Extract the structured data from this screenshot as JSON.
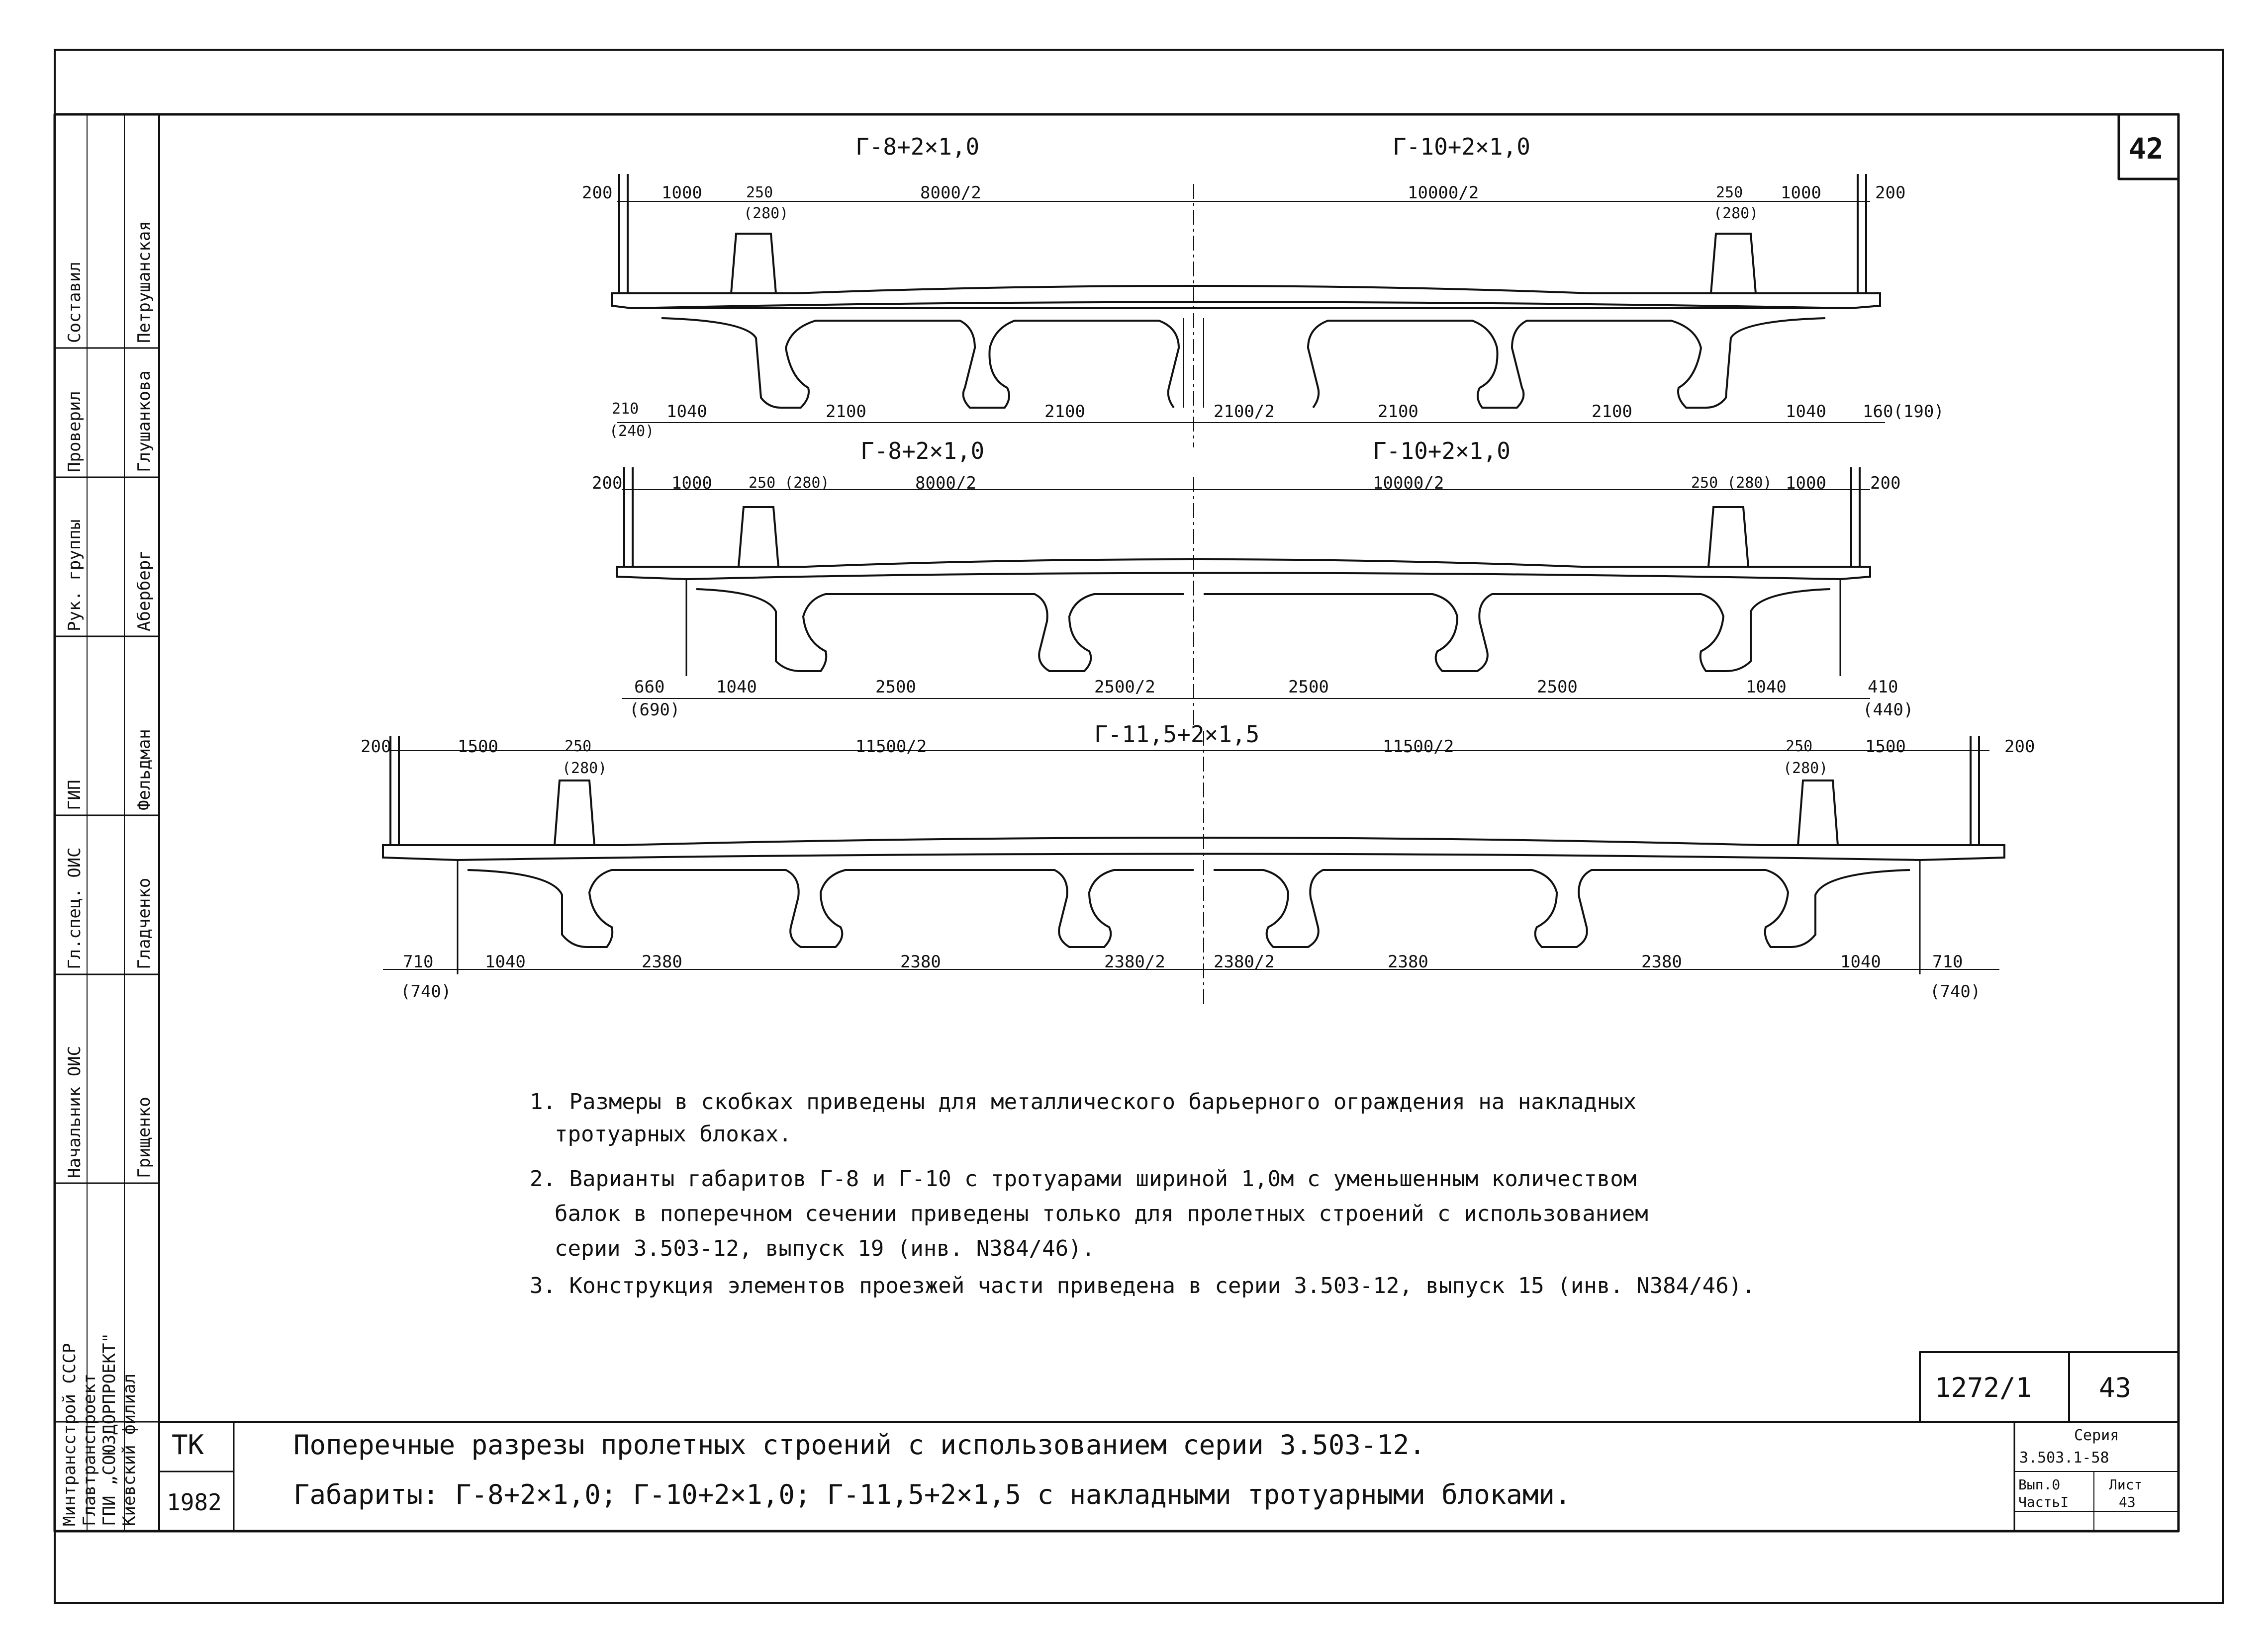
{
  "sheet_number": "42",
  "sections": {
    "top_left_title": "Г-8+2×1,0",
    "top_right_title": "Г-10+2×1,0",
    "mid_left_title": "Г-8+2×1,0",
    "mid_right_title": "Г-10+2×1,0",
    "bottom_title": "Г-11,5+2×1,5"
  },
  "dims": {
    "s1": {
      "d200_l": "200",
      "d1000_l": "1000",
      "d250_l": "250",
      "d280_l": "(280)",
      "d8000": "8000/2",
      "d10000": "10000/2",
      "d250_r": "250",
      "d280_r": "(280)",
      "d1000_r": "1000",
      "d200_r": "200",
      "b210": "210",
      "b240": "(240)",
      "b1040_l": "1040",
      "b2100_1": "2100",
      "b2100_2": "2100",
      "b2100_c": "2100/2",
      "b2100_3": "2100",
      "b2100_4": "2100",
      "b1040_r": "1040",
      "b160": "160(190)"
    },
    "s2": {
      "d200_l": "200",
      "d1000_l": "1000",
      "d250_l": "250 (280)",
      "d8000": "8000/2",
      "d10000": "10000/2",
      "d250_r": "250 (280)",
      "d1000_r": "1000",
      "d200_r": "200",
      "b660": "660",
      "b690": "(690)",
      "b1040_l": "1040",
      "b2500_1": "2500",
      "b2500_c": "2500/2",
      "b2500_2": "2500",
      "b2500_3": "2500",
      "b1040_r": "1040",
      "b410": "410",
      "b440": "(440)"
    },
    "s3": {
      "d200_l": "200",
      "d1500_l": "1500",
      "d250_l": "250",
      "d280_l": "(280)",
      "d11500_l": "11500/2",
      "d11500_r": "11500/2",
      "d250_r": "250",
      "d280_r": "(280)",
      "d1500_r": "1500",
      "d200_r": "200",
      "b710_l": "710",
      "b740_l": "(740)",
      "b1040_l": "1040",
      "b2380_1": "2380",
      "b2380_2": "2380",
      "b2380_c1": "2380/2",
      "b2380_c2": "2380/2",
      "b2380_3": "2380",
      "b2380_4": "2380",
      "b1040_r": "1040",
      "b710_r": "710",
      "b740_r": "(740)"
    }
  },
  "notes": [
    "1. Размеры в скобках приведены для металлического барьерного ограждения на накладных",
    "тротуарных блоках.",
    "2. Варианты габаритов Г-8 и Г-10 с тротуарами шириной 1,0м с уменьшенным количеством",
    "балок в поперечном сечении приведены только для пролетных строений с использованием",
    "серии 3.503-12, выпуск 19 (инв. N384/46).",
    "3. Конструкция элементов проезжей части приведена в серии 3.503-12, выпуск 15 (инв. N384/46)."
  ],
  "stamp": {
    "code": "1272/1",
    "sheet": "43",
    "tk": "ТК",
    "year": "1982",
    "title_line1": "Поперечные разрезы пролетных строений с использованием серии 3.503-12.",
    "title_line2": "Габариты: Г-8+2×1,0; Г-10+2×1,0; Г-11,5+2×1,5 с накладными тротуарными блоками.",
    "series_label": "Серия",
    "series_value": "3.503.1-58",
    "vyp_label": "Вып.0",
    "part_label": "ЧастьI",
    "list_label": "Лист",
    "list_value": "43"
  },
  "side_stamp": {
    "org1": "Минтрансстрой СССР",
    "org2": "Главтранспроект",
    "org3": "ГПИ „СОЮЗДОРПРОЕКТ\"",
    "org4": "Киевский филиал",
    "roles": [
      {
        "role": "Составил",
        "name": "Петрушанская"
      },
      {
        "role": "Проверил",
        "name": "Глушанкова"
      },
      {
        "role": "Рук. группы",
        "name": "Аберберг"
      },
      {
        "role": "ГИП",
        "name": "Фельдман"
      },
      {
        "role": "Гл.спец. ОИС",
        "name": "Гладченко"
      },
      {
        "role": "Начальник ОИС",
        "name": "Грищенко"
      }
    ]
  }
}
